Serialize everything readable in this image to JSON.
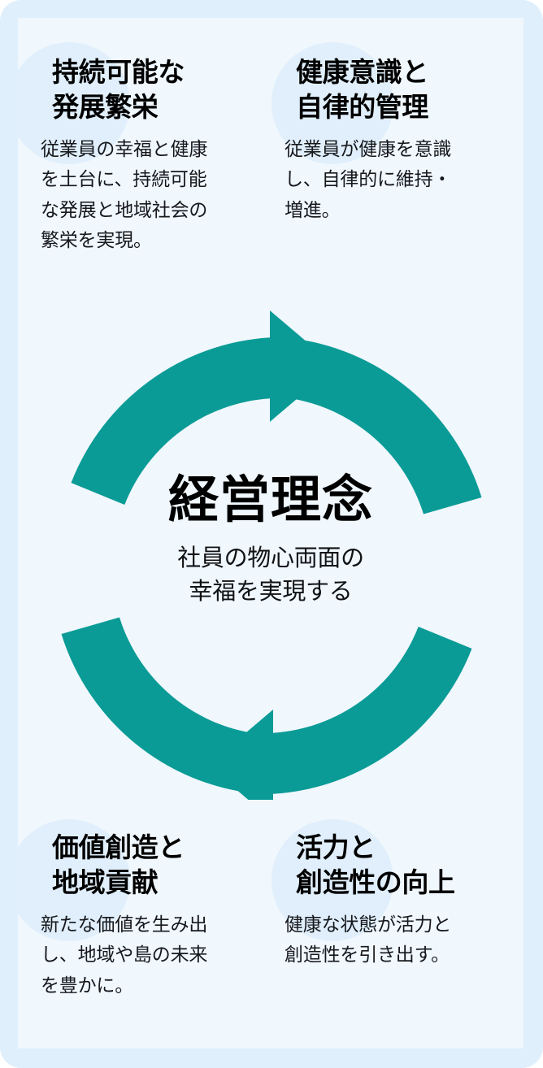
{
  "theme": {
    "accent_teal": "#0a9b96",
    "page_bg": "#dfeffb",
    "card_bg": "#f0f7fd",
    "blob_blue": "#deeefb",
    "text_color": "#000000"
  },
  "center": {
    "title": "経営理念",
    "subtitle": "社員の物心両面の\n幸福を実現する"
  },
  "quadrants": [
    {
      "position": "top-left",
      "title": "持続可能な\n発展繁栄",
      "body": "従業員の幸福と健康\nを土台に、持続可能\nな発展と地域社会の\n繁栄を実現。"
    },
    {
      "position": "top-right",
      "title": "健康意識と\n自律的管理",
      "body": "従業員が健康を意識\nし、自律的に維持・\n増進。"
    },
    {
      "position": "bottom-left",
      "title": "価値創造と\n地域貢献",
      "body": "新たな価値を生み出\nし、地域や島の未来\nを豊かに。"
    },
    {
      "position": "bottom-right",
      "title": "活力と\n創造性の向上",
      "body": "健康な状態が活力と\n創造性を引き出す。"
    }
  ],
  "diagram": {
    "type": "cycle",
    "arrow_count": 2,
    "direction": "clockwise",
    "arrow_top_right_label": "cycle-arrow-upper",
    "arrow_bottom_left_label": "cycle-arrow-lower"
  }
}
